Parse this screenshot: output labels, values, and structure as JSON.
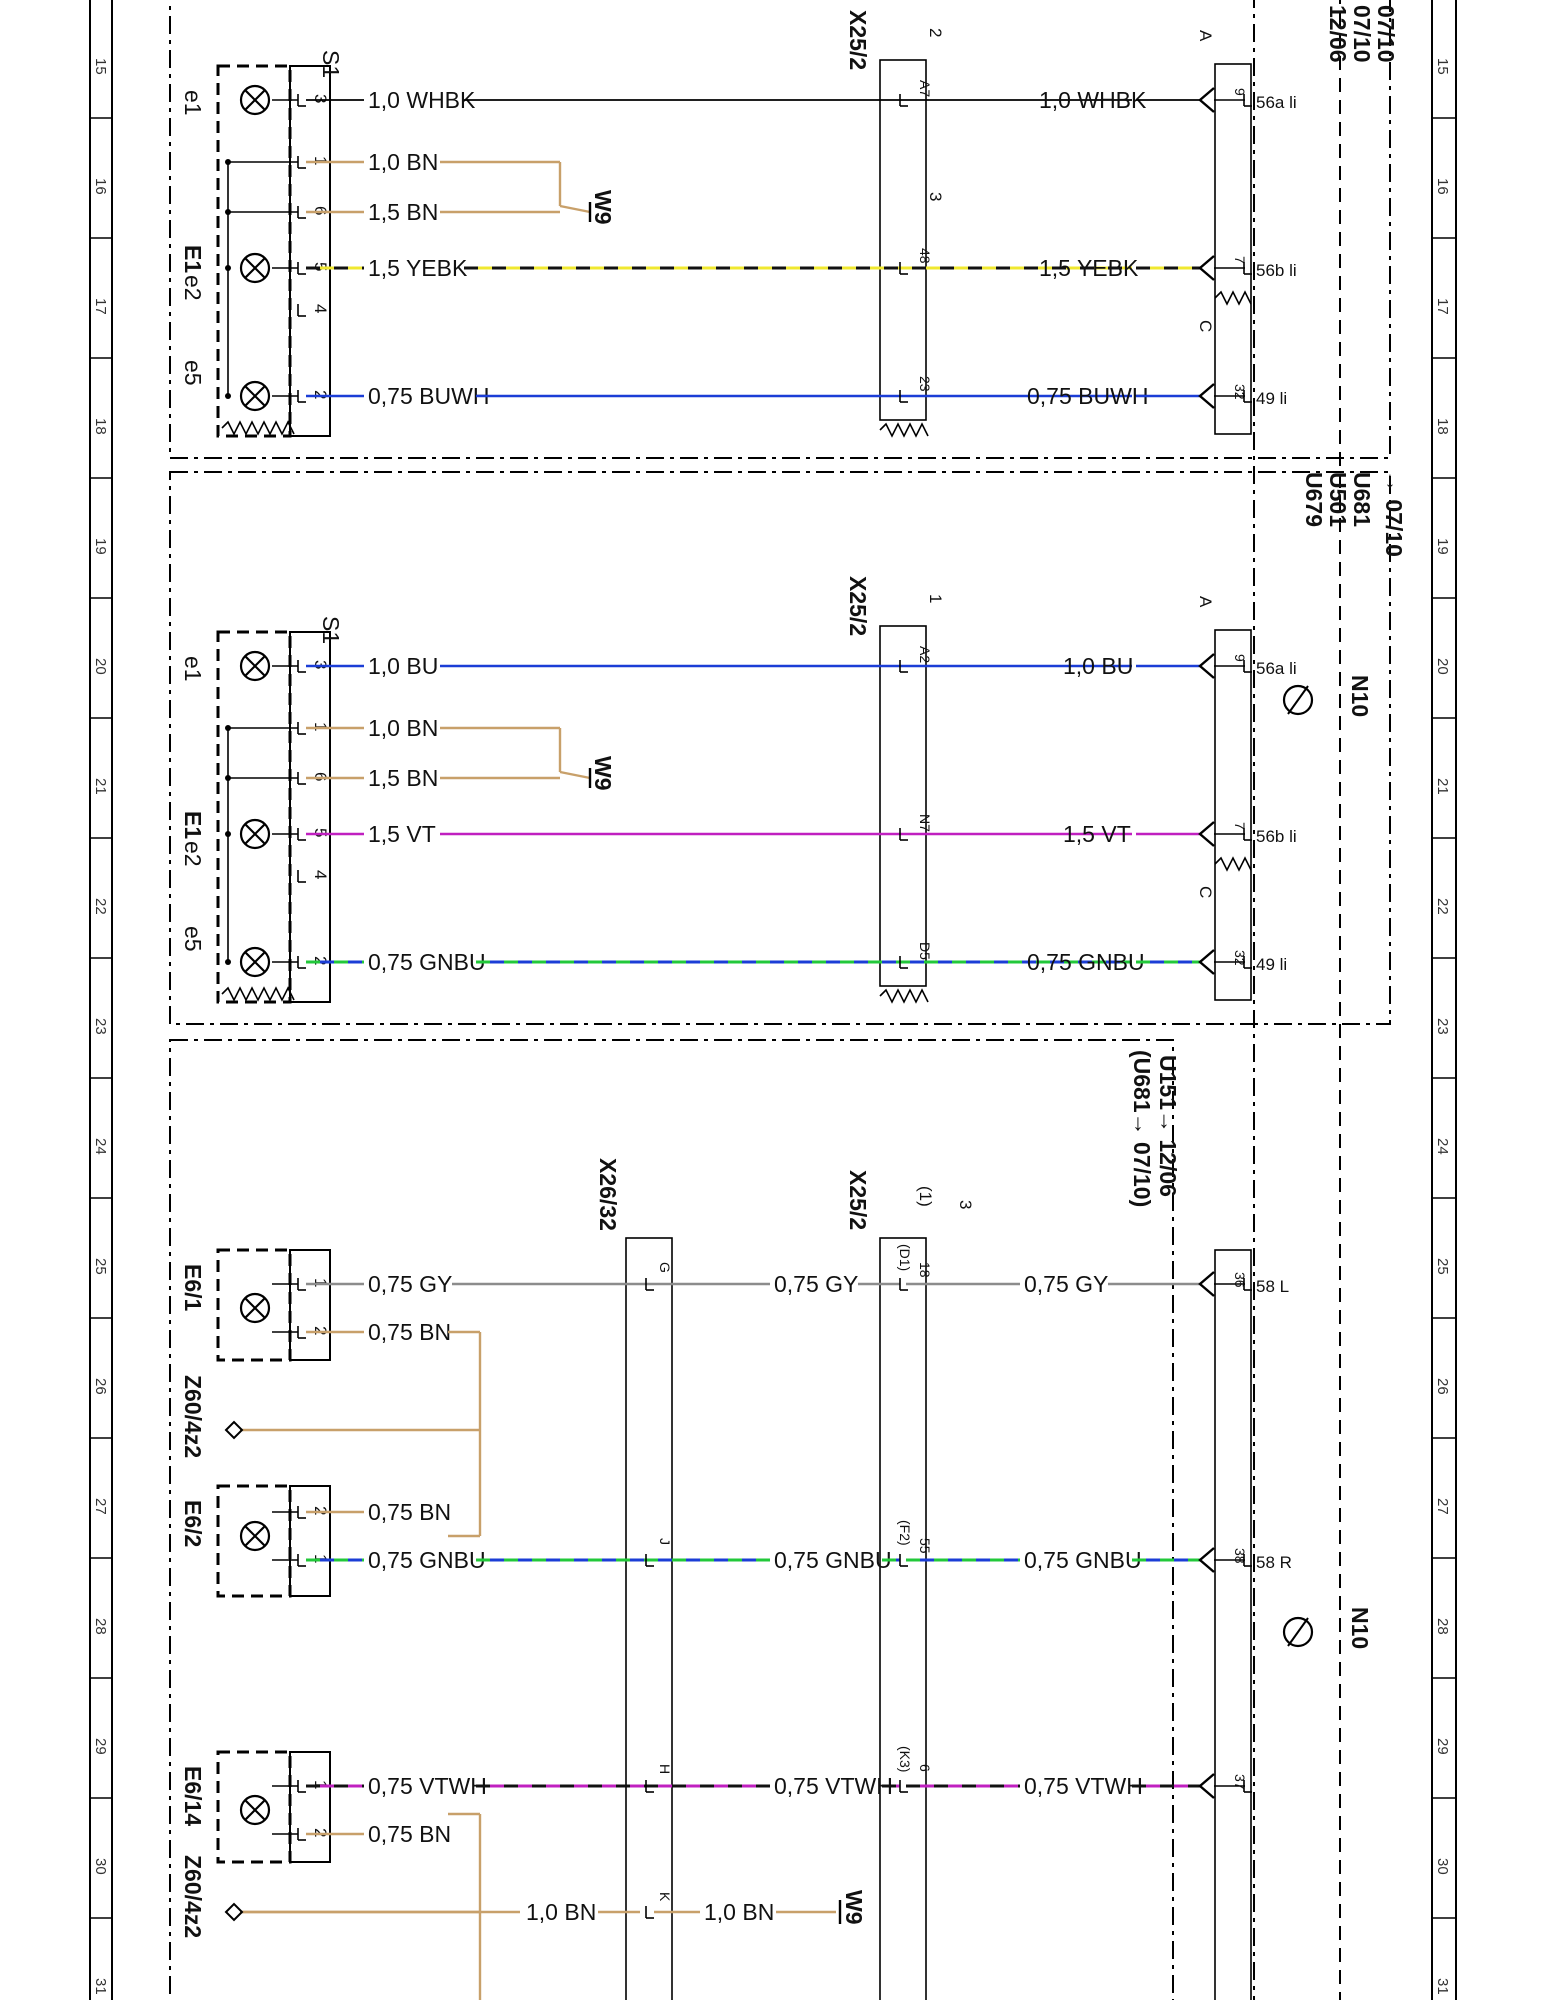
{
  "colors": {
    "WHBK_a": "#ffffff",
    "WHBK_b": "#000000",
    "BN": "#c8a06a",
    "YEBK_a": "#f0e830",
    "YEBK_b": "#111111",
    "BUWH": "#1b3dd6",
    "BU": "#1b3dd6",
    "VT": "#c020c0",
    "GNBU_a": "#22c83a",
    "GNBU_b": "#1b3dd6",
    "GY": "#8c8c8c",
    "VTWH_a": "#c020c0",
    "VTWH_b": "#111111",
    "frame": "#000000"
  },
  "grid": {
    "numbers": [
      "15",
      "16",
      "17",
      "18",
      "19",
      "20",
      "21",
      "22",
      "23",
      "24",
      "25",
      "26",
      "27",
      "28",
      "29",
      "30",
      "31"
    ]
  },
  "blocks": [
    {
      "component": "E1",
      "switch": "S1",
      "lamps": [
        "e1",
        "e2",
        "e5"
      ],
      "variant": "",
      "connector": "X25/2",
      "connector_num": "2",
      "connector_num2": "3",
      "bus_id_top": "A",
      "bus_id_bot": "C",
      "wires": [
        {
          "pin": "3",
          "gauge": "1,0",
          "code": "WHBK",
          "style": "WHBK",
          "conn_pin": "A7",
          "n10_pin": "9",
          "n10_label": "56a li"
        },
        {
          "pin": "1",
          "gauge": "1,0",
          "code": "BN",
          "style": "BN",
          "ground": "W9"
        },
        {
          "pin": "6",
          "gauge": "1,5",
          "code": "BN",
          "style": "BN"
        },
        {
          "pin": "5",
          "gauge": "1,5",
          "code": "YEBK",
          "style": "YEBK",
          "conn_pin": "48",
          "n10_pin": "7",
          "n10_label": "56b li"
        },
        {
          "pin": "4"
        },
        {
          "pin": "2",
          "gauge": "0,75",
          "code": "BUWH",
          "style": "BUWH",
          "conn_pin": "23",
          "n10_pin": "32",
          "n10_label": "49 li"
        }
      ]
    },
    {
      "component": "E1",
      "switch": "S1",
      "lamps": [
        "e1",
        "e2",
        "e5"
      ],
      "connector": "X25/2",
      "connector_num": "1",
      "bus_id_top": "A",
      "bus_id_bot": "C",
      "wires": [
        {
          "pin": "3",
          "gauge": "1,0",
          "code": "BU",
          "style": "BU",
          "conn_pin": "A2",
          "n10_pin": "9",
          "n10_label": "56a li"
        },
        {
          "pin": "1",
          "gauge": "1,0",
          "code": "BN",
          "style": "BN",
          "ground": "W9"
        },
        {
          "pin": "6",
          "gauge": "1,5",
          "code": "BN",
          "style": "BN"
        },
        {
          "pin": "5",
          "gauge": "1,5",
          "code": "VT",
          "style": "VT",
          "conn_pin": "N7",
          "n10_pin": "7",
          "n10_label": "56b li"
        },
        {
          "pin": "4"
        },
        {
          "pin": "2",
          "gauge": "0,75",
          "code": "GNBU",
          "style": "GNBU",
          "conn_pin": "D5",
          "n10_pin": "32",
          "n10_label": "49 li"
        }
      ]
    }
  ],
  "variants": {
    "v_top": [
      "12/06",
      "07/10",
      "07/10"
    ],
    "v_mid_arrow": "→ 07/10",
    "v_mid": [
      "U681",
      "U501",
      "U679"
    ],
    "v_low": [
      "U151→ 12/06",
      "(U681→ 07/10)"
    ]
  },
  "module": "N10",
  "lower": {
    "connector_a": "X26/32",
    "connector_b": "X25/2",
    "conn_b_num": "3",
    "conn_b_paren": "(1)",
    "ground": "W9",
    "splice": "Z60/4z2",
    "lamps": [
      {
        "name": "E6/1",
        "wires": [
          {
            "pin": "1",
            "gauge": "0,75",
            "code": "GY",
            "style": "GY",
            "a_pin": "G",
            "b_pin": "18",
            "b_paren": "(D1)",
            "n10_pin": "36",
            "n10_label": "58 L"
          },
          {
            "pin": "2",
            "gauge": "0,75",
            "code": "BN",
            "style": "BN"
          }
        ]
      },
      {
        "name": "E6/2",
        "wires": [
          {
            "pin": "2",
            "gauge": "0,75",
            "code": "BN",
            "style": "BN"
          },
          {
            "pin": "1",
            "gauge": "0,75",
            "code": "GNBU",
            "style": "GNBU",
            "a_pin": "J",
            "b_pin": "55",
            "b_paren": "(F2)",
            "n10_pin": "38",
            "n10_label": "58 R"
          }
        ]
      },
      {
        "name": "E6/14",
        "wires": [
          {
            "pin": "1",
            "gauge": "0,75",
            "code": "VTWH",
            "style": "VTWH",
            "a_pin": "H",
            "b_pin": "6",
            "b_paren": "(K3)",
            "n10_pin": "37"
          },
          {
            "pin": "2",
            "gauge": "0,75",
            "code": "BN",
            "style": "BN"
          }
        ]
      }
    ],
    "ground_wire": {
      "a_pin": "K",
      "gauge": "1,0",
      "code": "BN"
    }
  }
}
